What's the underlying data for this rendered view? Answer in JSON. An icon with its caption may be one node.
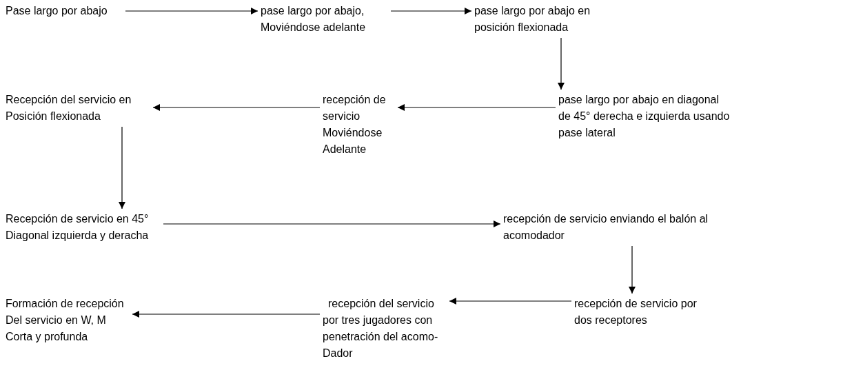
{
  "diagram": {
    "nodes": [
      {
        "text": [
          "Pase largo por abajo"
        ]
      },
      {
        "text": [
          "pase largo por abajo, Moviéndose adelante"
        ]
      },
      {
        "text": [
          "pase largo por abajo en posición flexionada"
        ]
      },
      {
        "text": [
          "pase largo por abajo en diagonal de 45° derecha e izquierda usando pase lateral"
        ]
      },
      {
        "text": [
          "recepción de servicio Moviéndose Adelante"
        ]
      },
      {
        "text": [
          "Recepción del servicio en Posición flexionada"
        ]
      },
      {
        "text": [
          "Recepción de servicio en 45° Diagonal izquierda y deracha"
        ]
      },
      {
        "text": [
          "recepción de servicio enviando el balón al acomodador"
        ]
      },
      {
        "text": [
          "recepción de servicio por dos receptores"
        ]
      },
      {
        "text": [
          "recepción del servicio por tres jugadores con penetración del acomo- Dador"
        ]
      },
      {
        "text": [
          "Formación de recepción Del servicio en W, M Corta y profunda"
        ]
      }
    ],
    "edges": [
      {
        "from": 0,
        "to": 1,
        "arrow": "to"
      },
      {
        "from": 1,
        "to": 2,
        "arrow": "to"
      },
      {
        "from": 2,
        "to": 3,
        "arrow": "to"
      },
      {
        "from": 3,
        "to": 4,
        "arrow": "to"
      },
      {
        "from": 4,
        "to": 5,
        "arrow": "to"
      },
      {
        "from": 5,
        "to": 6,
        "arrow": "to"
      },
      {
        "from": 6,
        "to": 7,
        "arrow": "to"
      },
      {
        "from": 7,
        "to": 8,
        "arrow": "to"
      },
      {
        "from": 8,
        "to": 9,
        "arrow": "to"
      },
      {
        "from": 9,
        "to": 10,
        "arrow": "to"
      }
    ]
  }
}
